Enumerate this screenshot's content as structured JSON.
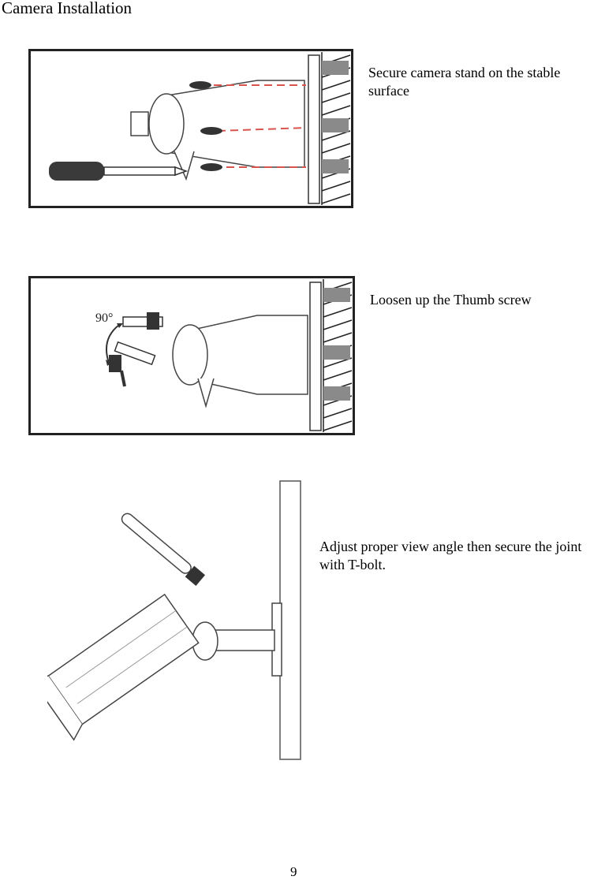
{
  "page": {
    "title": "Camera Installation",
    "page_number": "9"
  },
  "steps": [
    {
      "caption": "Secure camera stand on the stable surface"
    },
    {
      "caption": "Loosen up the Thumb screw",
      "angle_label": "90°"
    },
    {
      "caption": "Adjust proper view angle then secure the joint with T-bolt."
    }
  ],
  "colors": {
    "guide_line": "#d9534f",
    "wall_block": "#8a8a8a",
    "frame": "#222222"
  }
}
